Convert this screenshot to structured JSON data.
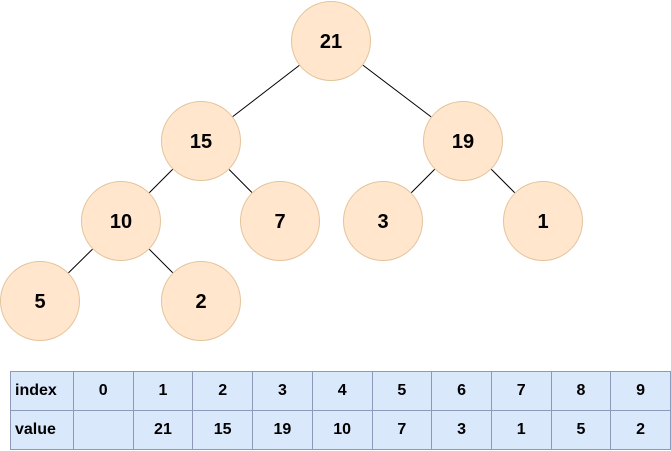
{
  "colors": {
    "node_fill": "#ffe6cc",
    "node_stroke": "#e3c49b",
    "edge": "#000000",
    "table_fill": "#dae8fc",
    "table_border": "#8f98b8"
  },
  "tree": {
    "nodes": [
      {
        "id": "n21",
        "label": "21"
      },
      {
        "id": "n15",
        "label": "15"
      },
      {
        "id": "n19",
        "label": "19"
      },
      {
        "id": "n10",
        "label": "10"
      },
      {
        "id": "n7",
        "label": "7"
      },
      {
        "id": "n3",
        "label": "3"
      },
      {
        "id": "n1",
        "label": "1"
      },
      {
        "id": "n5",
        "label": "5"
      },
      {
        "id": "n2",
        "label": "2"
      }
    ],
    "edges": [
      {
        "from": "n21",
        "to": "n15"
      },
      {
        "from": "n21",
        "to": "n19"
      },
      {
        "from": "n15",
        "to": "n10"
      },
      {
        "from": "n15",
        "to": "n7"
      },
      {
        "from": "n19",
        "to": "n3"
      },
      {
        "from": "n19",
        "to": "n1"
      },
      {
        "from": "n10",
        "to": "n5"
      },
      {
        "from": "n10",
        "to": "n2"
      }
    ]
  },
  "table": {
    "index_header": "index",
    "value_header": "value",
    "indices": [
      "0",
      "1",
      "2",
      "3",
      "4",
      "5",
      "6",
      "7",
      "8",
      "9"
    ],
    "values": [
      "",
      "21",
      "15",
      "19",
      "10",
      "7",
      "3",
      "1",
      "5",
      "2"
    ]
  }
}
